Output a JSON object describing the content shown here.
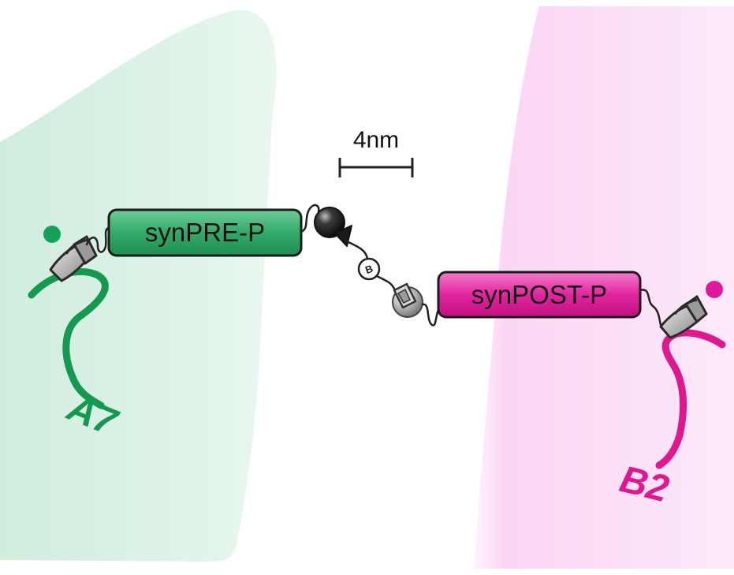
{
  "scale_bar": {
    "label": "4nm"
  },
  "pre_construct": {
    "label": "synPRE-P",
    "color": "#2aa260"
  },
  "post_construct": {
    "label": "synPOST-P",
    "color": "#e0189a"
  },
  "linker": {
    "label": "B"
  },
  "chain_left": {
    "label": "A7",
    "color": "#14994f"
  },
  "chain_right": {
    "label": "B2",
    "color": "#e0188f"
  },
  "colors": {
    "left_cell": "#d9f1e5",
    "right_cell": "#fbdaf5",
    "pre_box_light": "#5fc58d",
    "post_box_light": "#ef62c3"
  }
}
